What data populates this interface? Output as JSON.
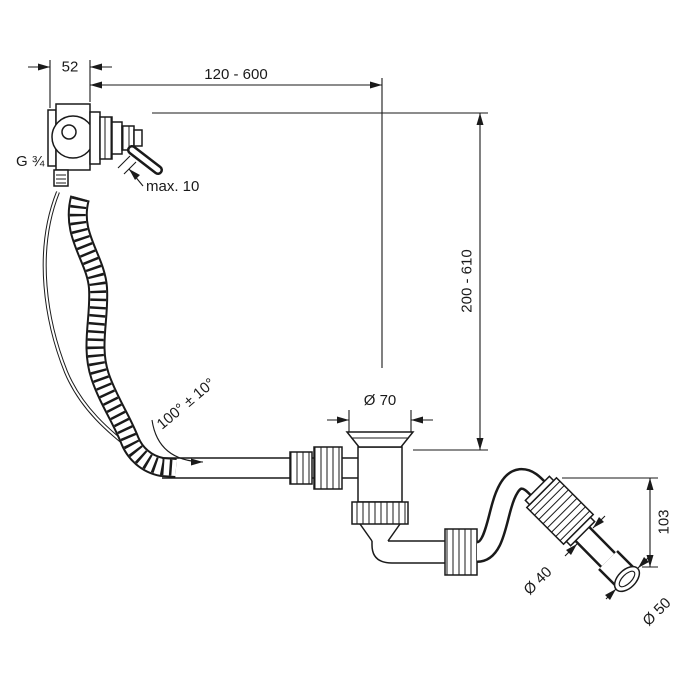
{
  "meta": {
    "background_color": "#ffffff",
    "ink_color": "#1a1a1a",
    "drawing_type": "bath-filler-overflow-and-waste-set-dimensional-drawing"
  },
  "labels": {
    "dim_52": "52",
    "dim_range_h": "120 - 600",
    "thread": "G ¾",
    "max_gap": "max. 10",
    "dim_range_v": "200 - 610",
    "dia_70": "Ø 70",
    "angle": "100° ± 10°",
    "dim_103": "103",
    "dia_40": "Ø 40",
    "dia_50": "Ø 50"
  }
}
